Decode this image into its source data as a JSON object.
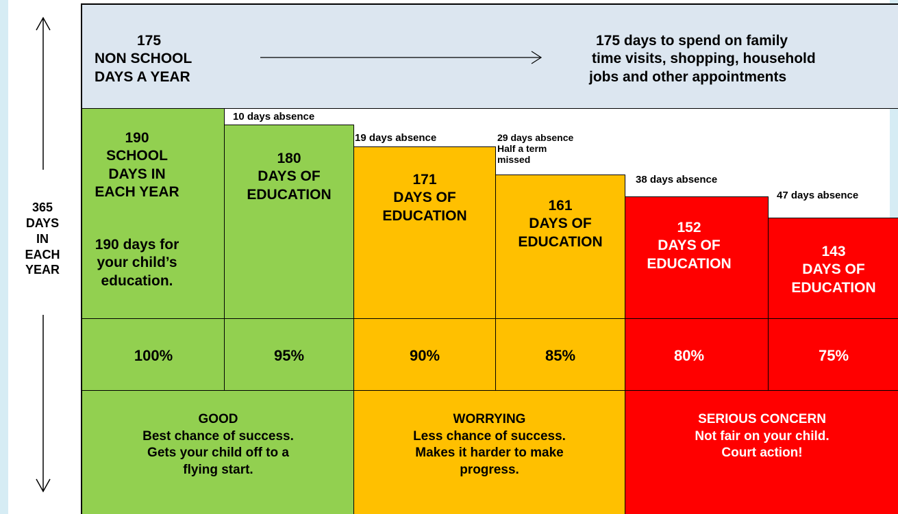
{
  "left_axis": {
    "lines": [
      "365",
      "DAYS",
      "IN",
      "EACH",
      "YEAR"
    ]
  },
  "top_band": {
    "left_lines": [
      "175",
      "NON SCHOOL",
      "DAYS A YEAR"
    ],
    "right_lines": [
      "175 days to spend on family",
      "time visits, shopping, household",
      "jobs and other appointments"
    ]
  },
  "columns": [
    {
      "absence": "",
      "days_lines": [
        "190",
        "SCHOOL",
        "DAYS IN",
        "EACH YEAR"
      ],
      "note_lines": [
        "190 days for",
        "your child’s",
        "education."
      ],
      "percent": "100%"
    },
    {
      "absence": "10 days absence",
      "days_lines": [
        "180",
        "DAYS OF",
        "EDUCATION"
      ],
      "percent": "95%"
    },
    {
      "absence": "19 days absence",
      "days_lines": [
        "171",
        "DAYS OF",
        "EDUCATION"
      ],
      "percent": "90%"
    },
    {
      "absence_lines": [
        "29 days absence",
        "Half a term",
        "missed"
      ],
      "days_lines": [
        "161",
        "DAYS OF",
        "EDUCATION"
      ],
      "percent": "85%"
    },
    {
      "absence": "38 days absence",
      "days_lines": [
        "152",
        "DAYS OF",
        "EDUCATION"
      ],
      "percent": "80%"
    },
    {
      "absence": "47 days absence",
      "days_lines": [
        "143",
        "DAYS OF",
        "EDUCATION"
      ],
      "percent": "75%"
    }
  ],
  "verdicts": [
    {
      "lines": [
        "GOOD",
        "Best chance of success.",
        "Gets your child off to a",
        "flying start."
      ]
    },
    {
      "lines": [
        "WORRYING",
        "Less chance of success.",
        "Makes it harder to make",
        "progress."
      ]
    },
    {
      "lines": [
        "SERIOUS CONCERN",
        "Not fair on your child.",
        "Court action!"
      ]
    }
  ],
  "colors": {
    "good": "#92d050",
    "worrying": "#ffc000",
    "serious": "#ff0000",
    "band": "#dce6f0"
  }
}
